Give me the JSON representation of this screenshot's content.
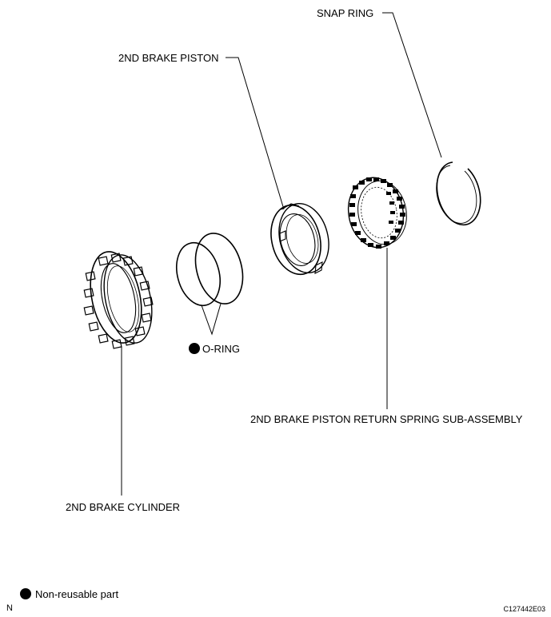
{
  "labels": {
    "snap_ring": "SNAP RING",
    "piston": "2ND BRAKE PISTON",
    "o_ring": "O-RING",
    "return_spring": "2ND BRAKE PISTON RETURN SPRING SUB-ASSEMBLY",
    "cylinder": "2ND BRAKE CYLINDER"
  },
  "legend": {
    "non_reusable": "Non-reusable part"
  },
  "corner": {
    "letter": "N",
    "figure_code": "C127442E03"
  }
}
